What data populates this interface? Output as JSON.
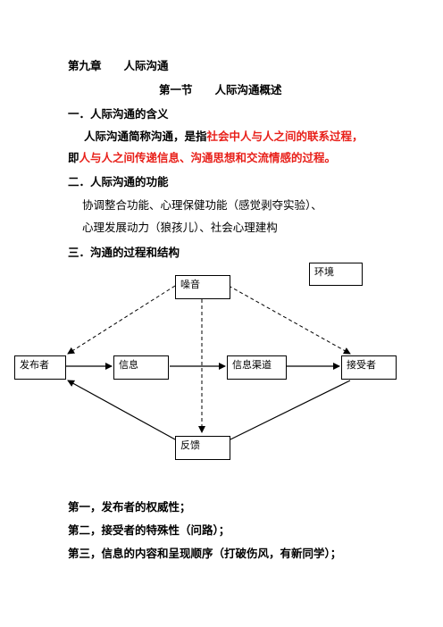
{
  "chapter": "第九章　　人际沟通",
  "section": "第一节　　人际沟通概述",
  "h1": "一．人际沟通的含义",
  "definition": {
    "p1_plain": "人际沟通简称沟通，是指",
    "p1_red": "社会中人与人之间的联系过程，",
    "p2_plain_a": "即",
    "p2_red": "人与人之间传递信息、沟通思想和交流情感的过程。"
  },
  "h2": "二．人际沟通的功能",
  "functions": [
    "协调整合功能、心理保健功能（感觉剥夺实验）、",
    "心理发展动力（狼孩儿）、社会心理建构"
  ],
  "h3": "三．沟通的过程和结构",
  "diagram": {
    "environment": "环境",
    "noise": "噪音",
    "sender": "发布者",
    "message": "信息",
    "channel": "信息渠道",
    "receiver": "接受者",
    "feedback": "反馈"
  },
  "points": [
    "第一，发布者的权威性；",
    "第二，接受者的特殊性（问路）；",
    "第三，信息的内容和呈现顺序（打破伤风，有新同学）；"
  ]
}
